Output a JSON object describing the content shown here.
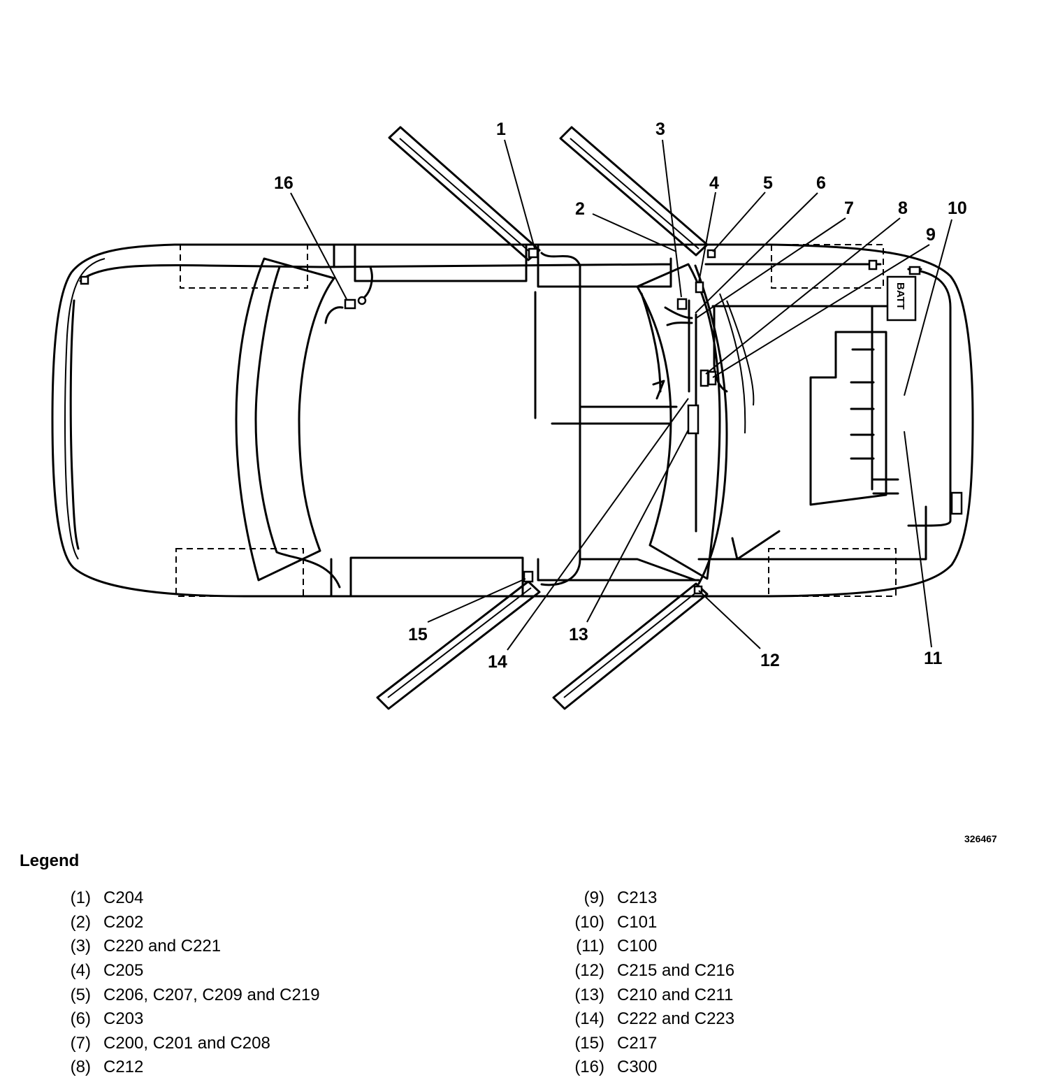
{
  "figure_id": "326467",
  "battery_label": "BATT",
  "legend": {
    "title": "Legend",
    "items": [
      {
        "num": "(1)",
        "desc": "C204"
      },
      {
        "num": "(2)",
        "desc": "C202"
      },
      {
        "num": "(3)",
        "desc": "C220 and C221"
      },
      {
        "num": "(4)",
        "desc": "C205"
      },
      {
        "num": "(5)",
        "desc": "C206, C207, C209 and C219"
      },
      {
        "num": "(6)",
        "desc": "C203"
      },
      {
        "num": "(7)",
        "desc": "C200, C201 and C208"
      },
      {
        "num": "(8)",
        "desc": "C212"
      },
      {
        "num": "(9)",
        "desc": "C213"
      },
      {
        "num": "(10)",
        "desc": "C101"
      },
      {
        "num": "(11)",
        "desc": "C100"
      },
      {
        "num": "(12)",
        "desc": "C215 and C216"
      },
      {
        "num": "(13)",
        "desc": "C210 and C211"
      },
      {
        "num": "(14)",
        "desc": "C222 and C223"
      },
      {
        "num": "(15)",
        "desc": "C217"
      },
      {
        "num": "(16)",
        "desc": "C300"
      }
    ]
  },
  "callouts": [
    "1",
    "2",
    "3",
    "4",
    "5",
    "6",
    "7",
    "8",
    "9",
    "10",
    "11",
    "12",
    "13",
    "14",
    "15",
    "16"
  ]
}
